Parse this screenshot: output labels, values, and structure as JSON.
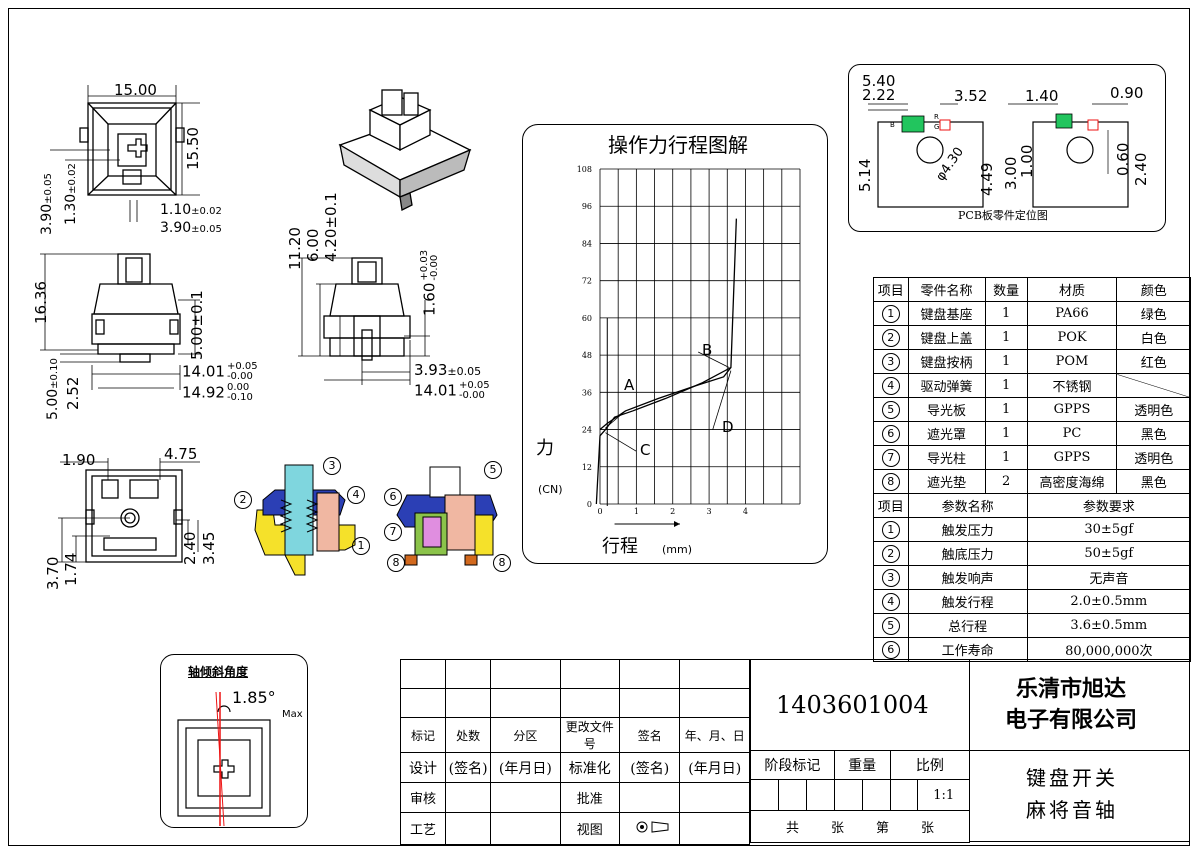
{
  "drawing": {
    "top_view_dims": {
      "width": "15.00",
      "height": "15.50",
      "a": "3.90",
      "a_tol": "±0.05",
      "b": "1.30",
      "b_tol": "±0.02",
      "c": "1.10",
      "c_tol": "±0.02",
      "d": "3.90",
      "d_tol": "±0.05"
    },
    "front_view_dims": {
      "h1": "16.36",
      "h2": "5.00",
      "h2_tol": "±0.1",
      "w1": "14.01",
      "w1_tol_up": "+0.05",
      "w1_tol_dn": "-0.00",
      "w2": "14.92",
      "w2_tol_up": "0.00",
      "w2_tol_dn": "-0.10",
      "b1": "5.00",
      "b1_tol": "±0.10",
      "b2": "2.52"
    },
    "side_view_dims": {
      "h1": "11.20",
      "h2": "6.00",
      "h3": "4.20",
      "h3_tol": "±0.1",
      "h4": "1.60",
      "h4_tol_up": "+0.03",
      "h4_tol_dn": "-0.00",
      "w1": "3.93",
      "w1_tol": "±0.05",
      "w2": "14.01",
      "w2_tol_up": "+0.05",
      "w2_tol_dn": "-0.00"
    },
    "bottom_view_dims": {
      "a": "1.90",
      "b": "4.75",
      "c": "2.40",
      "d": "3.45",
      "e": "3.70",
      "f": "1.74"
    },
    "callouts": [
      "1",
      "2",
      "3",
      "4",
      "5",
      "6",
      "7",
      "8"
    ]
  },
  "chart": {
    "title": "操作力行程图解",
    "ylabel": "力",
    "yunit": "(CN)",
    "xlabel": "行程",
    "xunit": "(mm)",
    "point_labels": [
      "A",
      "B",
      "C",
      "D"
    ]
  },
  "chart_data": {
    "type": "line",
    "title": "操作力行程图解",
    "xlabel": "行程 (mm)",
    "ylabel": "力 (CN)",
    "xlim": [
      0,
      5.5
    ],
    "ylim": [
      0,
      108
    ],
    "x_ticks": [
      0,
      1,
      2,
      3,
      4
    ],
    "y_ticks": [
      0,
      12,
      24,
      36,
      48,
      60,
      72,
      84,
      96,
      108
    ],
    "series": [
      {
        "name": "",
        "x": [
          -0.1,
          0.0,
          0.15,
          0.4,
          0.9,
          1.8,
          2.8,
          3.6,
          3.75
        ],
        "y": [
          0,
          22,
          24,
          28,
          30,
          34,
          39,
          44,
          92
        ]
      },
      {
        "name": "",
        "x": [
          3.6,
          3.4,
          2.6,
          1.6,
          0.7,
          0.2,
          0.0
        ],
        "y": [
          44,
          41,
          38,
          34,
          30,
          26,
          24
        ]
      }
    ],
    "grid": true
  },
  "pcb": {
    "dims": {
      "a": "5.40",
      "b": "2.22",
      "c": "3.52",
      "d": "1.40",
      "e": "0.90",
      "f": "5.14",
      "g": "4.49",
      "h": "3.00",
      "i": "1.00",
      "j": "0.60",
      "k": "2.40"
    },
    "diameter": "φ4.30",
    "caption": "PCB板零件定位图",
    "pin_letters": [
      "B",
      "R",
      "G"
    ]
  },
  "parts_table": {
    "headers": [
      "项目",
      "零件名称",
      "数量",
      "材质",
      "颜色"
    ],
    "rows": [
      {
        "no": "1",
        "name": "键盘基座",
        "qty": "1",
        "material": "PA66",
        "color": "绿色"
      },
      {
        "no": "2",
        "name": "键盘上盖",
        "qty": "1",
        "material": "POK",
        "color": "白色"
      },
      {
        "no": "3",
        "name": "键盘按柄",
        "qty": "1",
        "material": "POM",
        "color": "红色"
      },
      {
        "no": "4",
        "name": "驱动弹簧",
        "qty": "1",
        "material": "不锈钢",
        "color": ""
      },
      {
        "no": "5",
        "name": "导光板",
        "qty": "1",
        "material": "GPPS",
        "color": "透明色"
      },
      {
        "no": "6",
        "name": "遮光罩",
        "qty": "1",
        "material": "PC",
        "color": "黑色"
      },
      {
        "no": "7",
        "name": "导光柱",
        "qty": "1",
        "material": "GPPS",
        "color": "透明色"
      },
      {
        "no": "8",
        "name": "遮光垫",
        "qty": "2",
        "material": "高密度海绵",
        "color": "黑色"
      }
    ]
  },
  "params_table": {
    "headers": [
      "项目",
      "参数名称",
      "参数要求"
    ],
    "rows": [
      {
        "no": "1",
        "name": "触发压力",
        "value": "30±5gf"
      },
      {
        "no": "2",
        "name": "触底压力",
        "value": "50±5gf"
      },
      {
        "no": "3",
        "name": "触发响声",
        "value": "无声音"
      },
      {
        "no": "4",
        "name": "触发行程",
        "value": "2.0±0.5mm"
      },
      {
        "no": "5",
        "name": "总行程",
        "value": "3.6±0.5mm"
      },
      {
        "no": "6",
        "name": "工作寿命",
        "value": "80,000,000次"
      }
    ]
  },
  "tilt": {
    "title": "轴倾斜角度",
    "angle": "1.85°",
    "max": "Max"
  },
  "title_block": {
    "drawing_no": "1403601004",
    "company_line1": "乐清市旭达",
    "company_line2": "电子有限公司",
    "product_line1": "键盘开关",
    "product_line2": "麻将音轴",
    "rev_headers": [
      "标记",
      "处数",
      "分区",
      "更改文件号",
      "签名",
      "年、月、日"
    ],
    "row_design": [
      "设计",
      "(签名)",
      "(年月日)",
      "标准化",
      "(签名)",
      "(年月日)"
    ],
    "stage_headers": [
      "阶段标记",
      "重量",
      "比例"
    ],
    "scale": "1:1",
    "review": "审核",
    "approve": "批准",
    "process": "工艺",
    "view": "视图",
    "sheets": [
      "共",
      "张",
      "第",
      "张"
    ]
  }
}
